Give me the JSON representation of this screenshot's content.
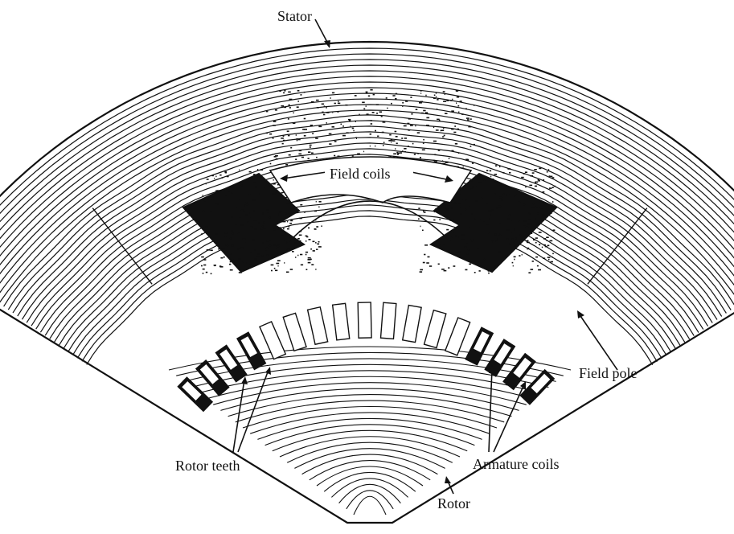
{
  "labels": {
    "stator": "Stator",
    "field_coils": "Field coils",
    "field_pole": "Field pole",
    "rotor_teeth": "Rotor teeth",
    "armature_coils": "Armature coils",
    "rotor": "Rotor"
  },
  "colors": {
    "ink": "#111111",
    "background": "#ffffff"
  }
}
